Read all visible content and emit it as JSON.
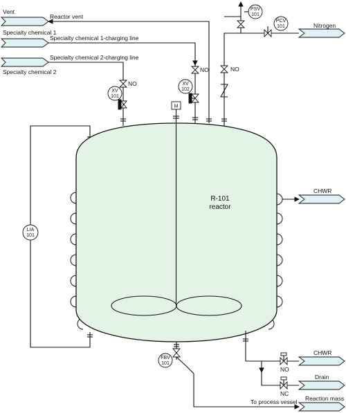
{
  "streams": {
    "vent": "Vent",
    "specialty_1": "Specialty chemical 1",
    "specialty_2": "Specialty chemical 2",
    "nitrogen": "Nitrogen",
    "chwr_top": "CHWR",
    "chwr_bottom": "CHWR",
    "drain": "Drain",
    "reaction_mass": "Reaction mass"
  },
  "lines": {
    "reactor_vent": "Reactor vent",
    "charging_1": "Specialty chemical 1-charging line",
    "charging_2": "Specialty chemical 2-charging line",
    "to_process": "To process vessel"
  },
  "instruments": {
    "xv101": [
      "XV",
      "101"
    ],
    "xv102": [
      "XV",
      "102"
    ],
    "psv101": [
      "PSV",
      "101"
    ],
    "pcv101": [
      "PCV",
      "101"
    ],
    "lia101": [
      "LIA",
      "101"
    ],
    "fbv101": [
      "FBV",
      "101"
    ]
  },
  "valve_states": {
    "xv101": "NO",
    "xv102": "NO",
    "nitrogen_valve": "NO",
    "chwr_valve": "NO",
    "drain_valve": "NC"
  },
  "motor": "M",
  "reactor": {
    "tag": "R-101",
    "name": "reactor"
  }
}
